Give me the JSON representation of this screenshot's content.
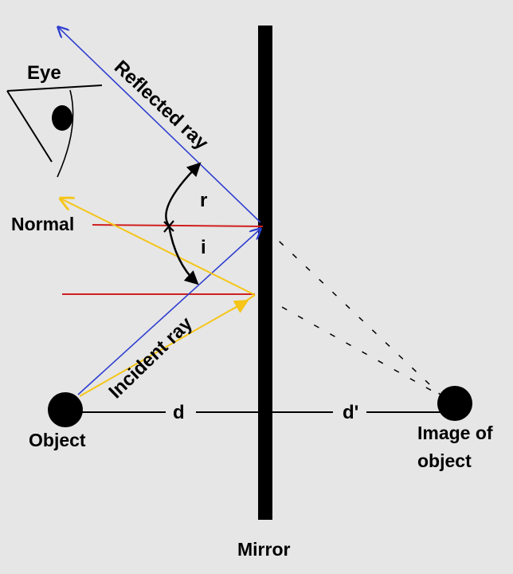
{
  "labels": {
    "eye": "Eye",
    "reflected_ray": "Reflected ray",
    "normal": "Normal",
    "angle_r": "r",
    "angle_i": "i",
    "incident_ray": "Incident ray",
    "distance_d": "d",
    "distance_d_prime": "d'",
    "object": "Object",
    "image_line1": "Image of",
    "image_line2": "object",
    "mirror": "Mirror"
  },
  "colors": {
    "background": "#e6e6e6",
    "mirror": "#000000",
    "blue_ray": "#2f3fd0",
    "yellow_ray": "#f5c518",
    "normal_line": "#d01f1f",
    "dashed_line": "#000000"
  }
}
